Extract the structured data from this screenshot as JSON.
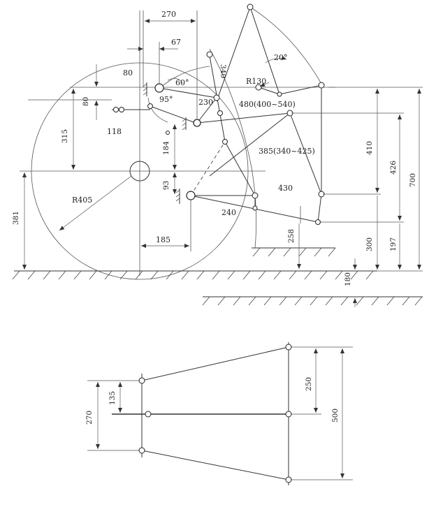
{
  "top": {
    "d270": "270",
    "d67": "67",
    "d80a": "80",
    "d80b": "80",
    "d60": "60°",
    "d95": "95°",
    "d340": "340",
    "d20": "20°",
    "dR130": "R130",
    "d230": "230",
    "d480range": "480(400~540)",
    "d118": "118",
    "d315": "315",
    "d184": "184",
    "d385range": "385(340~425)",
    "d410": "410",
    "d426": "426",
    "d700": "700",
    "dR405": "R405",
    "d93": "93",
    "d430": "430",
    "d240": "240",
    "d381": "381",
    "d185": "185",
    "d258": "258",
    "d300": "300",
    "d197": "197",
    "d180": "180"
  },
  "bottom": {
    "d135": "135",
    "d270": "270",
    "d250": "250",
    "d500": "500"
  }
}
